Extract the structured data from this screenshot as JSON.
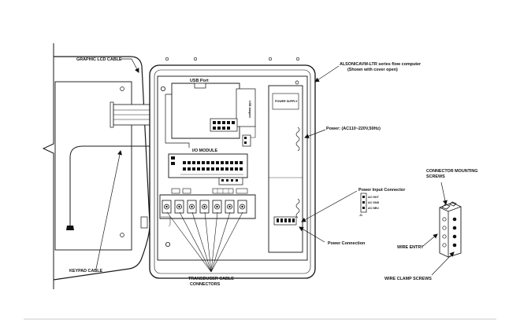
{
  "labels": {
    "graphic_lcd_cable": "GRAPHIC LCD CABLE",
    "device_title_line1": "ALSONICAVM-LTR series flow computer",
    "device_title_line2": "(Shown with cover open)",
    "usb_port": "USB Port",
    "usb_adapter": "USB Adapter",
    "power_supply": "POWER SUPPLY",
    "power_rating": "Power: (AC110~220V,50Hz)",
    "io_module": "I/O MODULE",
    "power_input_connector": "Power Input Connector",
    "connector_mounting_screws_line1": "CONNECTOR MOUNTING",
    "connector_mounting_screws_line2": "SCREWS",
    "wire_entry": "WIRE ENTRY",
    "wire_clamp_screws": "WIRE CLAMP SCREWS",
    "power_connection": "Power Connection",
    "keypad_cable": "KEYPAD CABLE",
    "transducer_line1": "TRANSDUCER CABLE",
    "transducer_line2": "CONNECTORS",
    "terminal_ac_hot": "AC HOT",
    "terminal_ac_gnd": "AC GND",
    "terminal_ac_neu": "AC NEU",
    "jumper_label": "J1"
  }
}
